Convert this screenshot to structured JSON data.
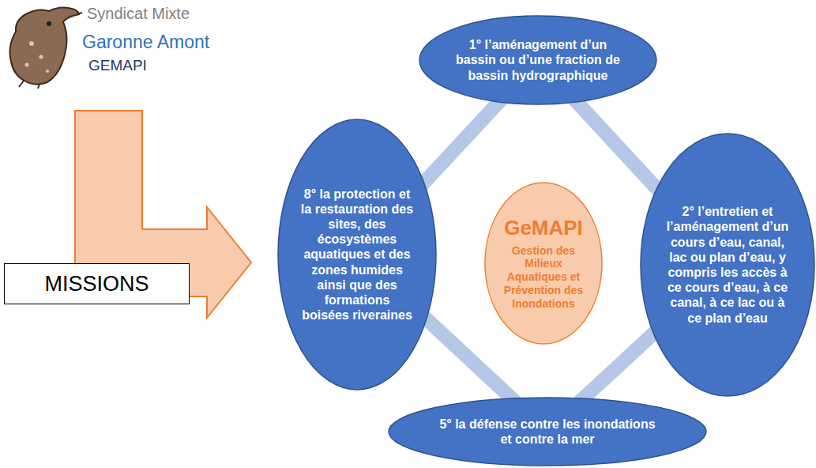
{
  "diagram": {
    "nodes": [
      {
        "text": [
          "MISSIONS"
        ]
      },
      {
        "text": [
          "1° l’aménagement d’un bassin ou d’une fraction de bassin hydrographique"
        ]
      },
      {
        "text": [
          "8° la protection et la restauration des sites, des écosystèmes aquatiques et des zones humides ainsi que des formations boisées riveraines"
        ]
      },
      {
        "text": [
          "GeMAPI",
          "Gestion des Milieux Aquatiques et Prévention des Inondations"
        ]
      },
      {
        "text": [
          "2° l’entretien et l’aménagement d’un cours d’eau, canal, lac ou plan d’eau, y compris les accès à ce cours d’eau, à ce canal, à ce lac ou à ce plan d’eau"
        ]
      },
      {
        "text": [
          "5° la défense contre les inondations et contre la mer"
        ]
      }
    ],
    "edges": [
      {
        "from": 1,
        "to": 4,
        "arrow": "none"
      },
      {
        "from": 4,
        "to": 5,
        "arrow": "none"
      },
      {
        "from": 5,
        "to": 2,
        "arrow": "none"
      },
      {
        "from": 2,
        "to": 1,
        "arrow": "none"
      }
    ],
    "labels": [
      "Syndicat Mixte",
      "Garonne Amont",
      "GEMAPI"
    ]
  }
}
